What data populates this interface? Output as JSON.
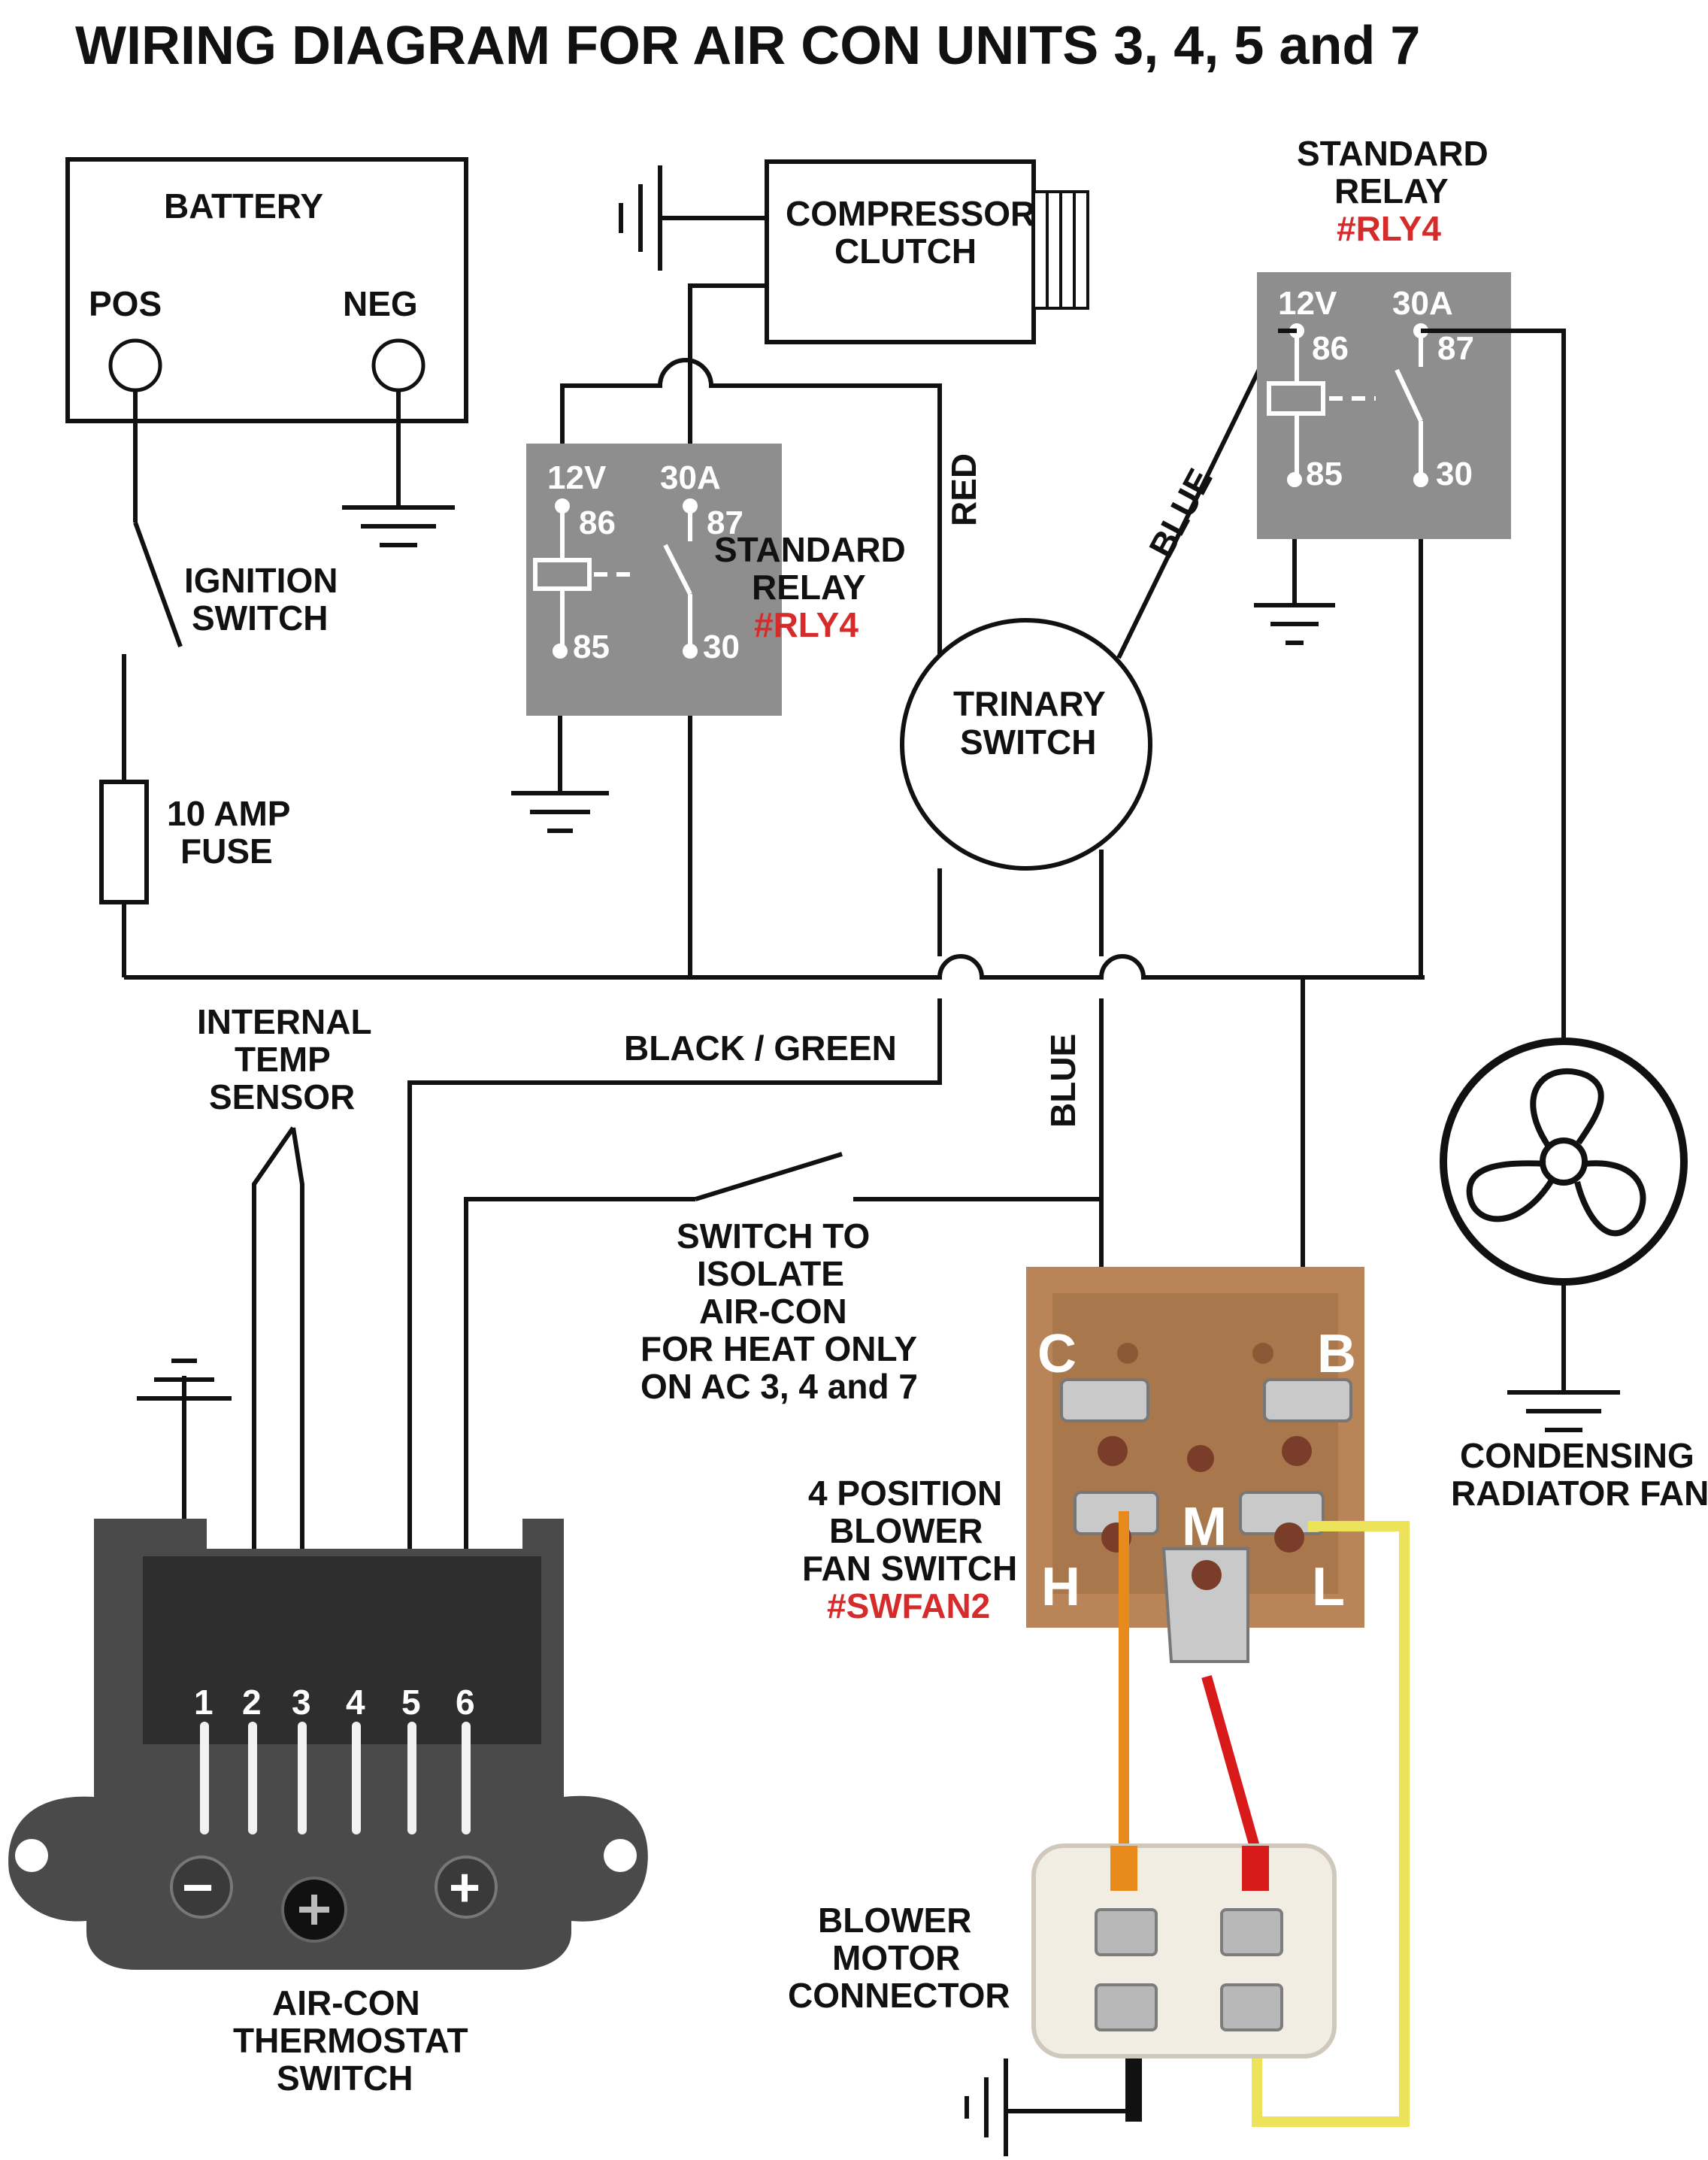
{
  "title": "WIRING DIAGRAM FOR AIR CON UNITS 3, 4, 5 and 7",
  "colors": {
    "red_label": "#d62b2b",
    "wire_orange": "#e8891c",
    "wire_red": "#d91a1a",
    "wire_yellow": "#ece35a",
    "wire_black": "#111111",
    "switch_body": "#b98558",
    "relay_body": "#8e8e8e",
    "thermostat_body": "#4a4a4a"
  },
  "battery": {
    "label": "BATTERY",
    "pos": "POS",
    "neg": "NEG"
  },
  "ignition": {
    "line1": "IGNITION",
    "line2": "SWITCH"
  },
  "fuse": {
    "line1": "10 AMP",
    "line2": "FUSE"
  },
  "compressor": {
    "line1": "COMPRESSOR",
    "line2": "CLUTCH"
  },
  "relay_left": {
    "line1": "STANDARD",
    "line2": "RELAY",
    "part": "#RLY4",
    "pin_12v": "12V",
    "pin_30a": "30A",
    "pin_86": "86",
    "pin_87": "87",
    "pin_85": "85",
    "pin_30": "30"
  },
  "relay_right": {
    "line1": "STANDARD",
    "line2": "RELAY",
    "part": "#RLY4",
    "pin_12v": "12V",
    "pin_30a": "30A",
    "pin_86": "86",
    "pin_87": "87",
    "pin_85": "85",
    "pin_30": "30"
  },
  "wires": {
    "red": "RED",
    "blue_upper": "BLUE",
    "blue_lower": "BLUE",
    "black_green": "BLACK / GREEN"
  },
  "trinary": {
    "line1": "TRINARY",
    "line2": "SWITCH"
  },
  "temp_sensor": {
    "line1": "INTERNAL",
    "line2": "TEMP",
    "line3": "SENSOR"
  },
  "isolate_switch": {
    "line1": "SWITCH TO",
    "line2": "ISOLATE",
    "line3": "AIR-CON",
    "line4": "FOR HEAT ONLY",
    "line5": "ON AC 3, 4 and 7"
  },
  "fan_switch": {
    "line1": "4 POSITION",
    "line2": "BLOWER",
    "line3": "FAN SWITCH",
    "part": "#SWFAN2",
    "term_c": "C",
    "term_b": "B",
    "term_h": "H",
    "term_m": "M",
    "term_l": "L"
  },
  "radiator_fan": {
    "line1": "CONDENSING",
    "line2": "RADIATOR FAN"
  },
  "thermostat": {
    "line1": "AIR-CON",
    "line2": "THERMOSTAT",
    "line3": "SWITCH",
    "pins": [
      "1",
      "2",
      "3",
      "4",
      "5",
      "6"
    ],
    "minus": "−",
    "plus": "+"
  },
  "blower_connector": {
    "line1": "BLOWER",
    "line2": "MOTOR",
    "line3": "CONNECTOR"
  }
}
